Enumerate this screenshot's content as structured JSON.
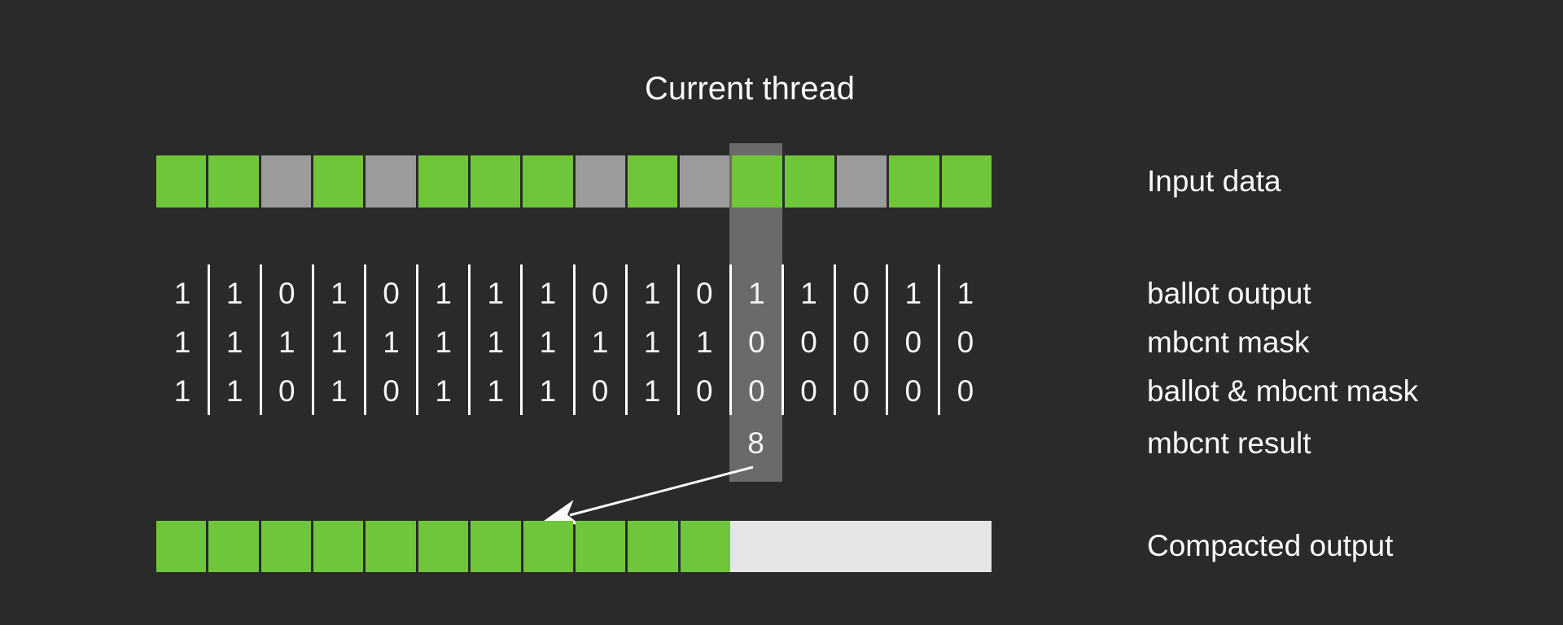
{
  "title": "Current thread",
  "colors": {
    "background": "#2a2a2b",
    "active_green": "#70c63a",
    "inactive_gray": "#9b9b9b",
    "highlight_gray": "#6a6a6a",
    "empty_light": "#e5e5e5",
    "text": "#fafafa",
    "separator": "#ffffff"
  },
  "input": {
    "label": "Input data",
    "cells": [
      1,
      1,
      0,
      1,
      0,
      1,
      1,
      1,
      0,
      1,
      0,
      1,
      1,
      0,
      1,
      1
    ]
  },
  "current_thread_index": 11,
  "bit_rows": [
    {
      "label": "ballot output",
      "values": [
        1,
        1,
        0,
        1,
        0,
        1,
        1,
        1,
        0,
        1,
        0,
        1,
        1,
        0,
        1,
        1
      ]
    },
    {
      "label": "mbcnt mask",
      "values": [
        1,
        1,
        1,
        1,
        1,
        1,
        1,
        1,
        1,
        1,
        1,
        0,
        0,
        0,
        0,
        0
      ]
    },
    {
      "label": "ballot & mbcnt mask",
      "values": [
        1,
        1,
        0,
        1,
        0,
        1,
        1,
        1,
        0,
        1,
        0,
        0,
        0,
        0,
        0,
        0
      ]
    }
  ],
  "result": {
    "label": "mbcnt result",
    "value": "8"
  },
  "output": {
    "label": "Compacted output",
    "filled_cells": 11,
    "total_cells": 16
  }
}
